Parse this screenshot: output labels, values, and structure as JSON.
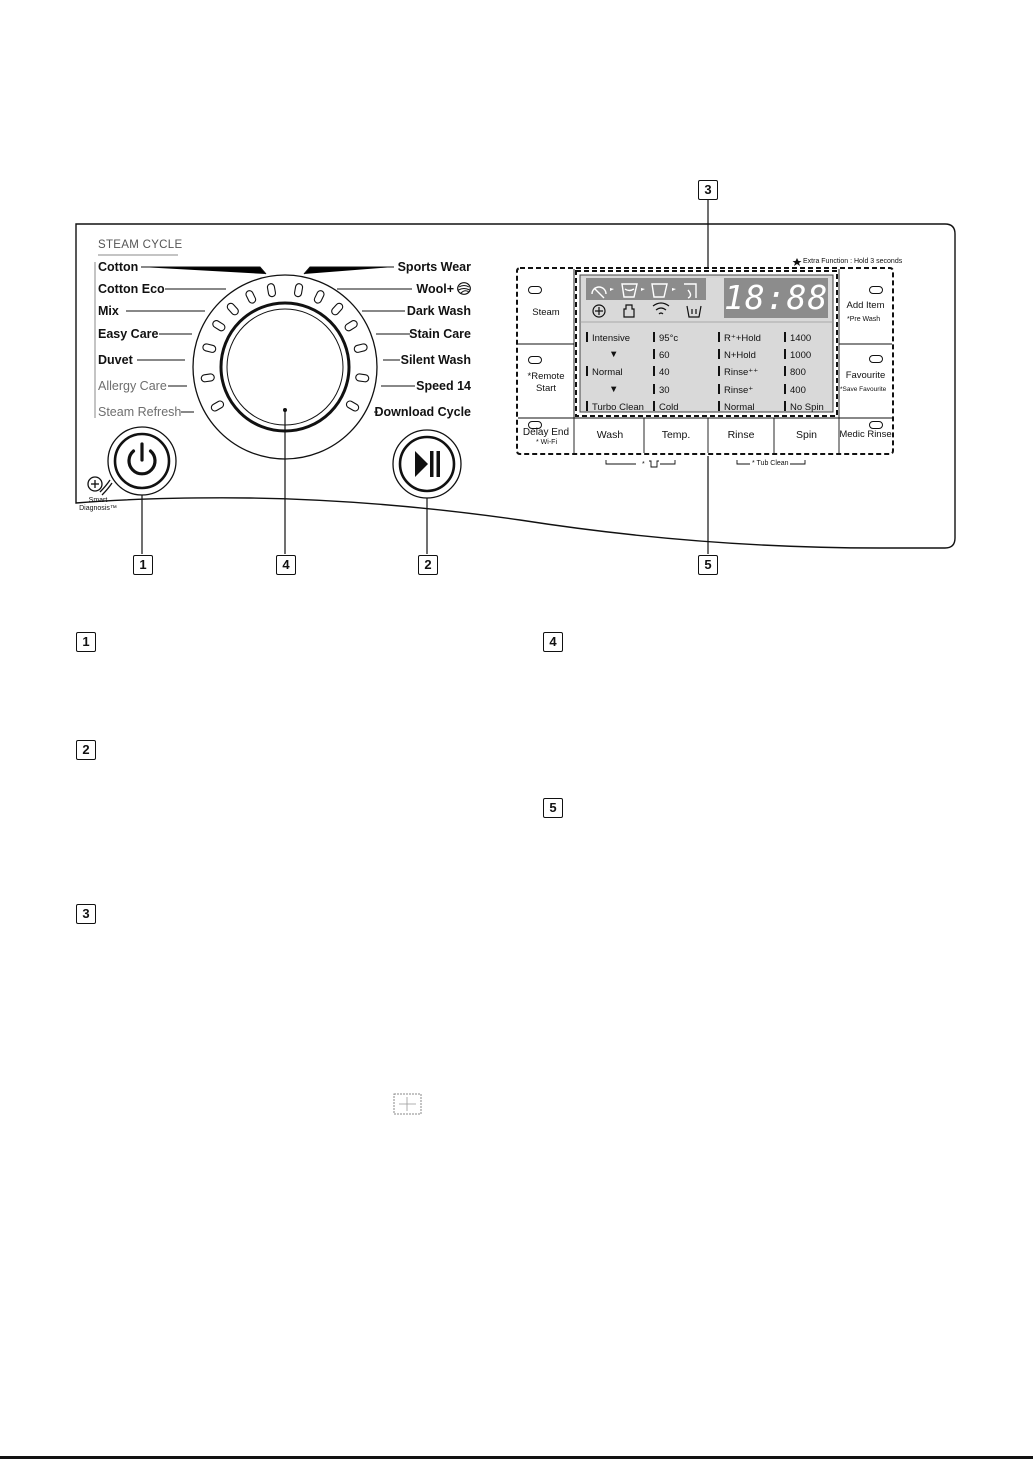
{
  "panel": {
    "steam_cycle_title": "STEAM CYCLE",
    "left_programs": [
      "Cotton",
      "Cotton Eco",
      "Mix",
      "Easy Care",
      "Duvet",
      "Allergy Care",
      "Steam Refresh"
    ],
    "right_programs": [
      "Sports Wear",
      "Wool+",
      "Dark Wash",
      "Stain Care",
      "Silent Wash",
      "Speed 14",
      "Download Cycle"
    ],
    "smart_diagnosis": [
      "Smart",
      "Diagnosis™"
    ],
    "extra_function_note": "Extra Function : Hold 3 seconds",
    "display_time": "18:88"
  },
  "side_buttons": {
    "steam": "Steam",
    "remote_start": [
      "*Remote",
      "Start"
    ],
    "delay_end": "Delay End",
    "delay_end_extra": "* Wi-Fi",
    "add_item": "Add Item",
    "add_item_extra": "*Pre Wash",
    "favourite": "Favourite",
    "favourite_extra": "*Save Favourite",
    "medic_rinse": "Medic Rinse"
  },
  "bottom_buttons": [
    "Wash",
    "Temp.",
    "Rinse",
    "Spin"
  ],
  "bottom_notes": {
    "tub_clean": "* Tub Clean",
    "child_lock": "*"
  },
  "lcd": {
    "wash": [
      "Intensive",
      "▼",
      "Normal",
      "▼",
      "Turbo Clean"
    ],
    "temp": [
      "95°c",
      "60",
      "40",
      "30",
      "Cold"
    ],
    "rinse": [
      "R⁺+Hold",
      "N+Hold",
      "Rinse⁺⁺",
      "Rinse⁺",
      "Normal"
    ],
    "spin": [
      "1400",
      "1000",
      "800",
      "400",
      "No Spin"
    ]
  },
  "callouts": {
    "top": [
      "3"
    ],
    "bottom": [
      "1",
      "4",
      "2",
      "5"
    ],
    "legend": [
      "1",
      "4",
      "2",
      "5",
      "3"
    ]
  }
}
